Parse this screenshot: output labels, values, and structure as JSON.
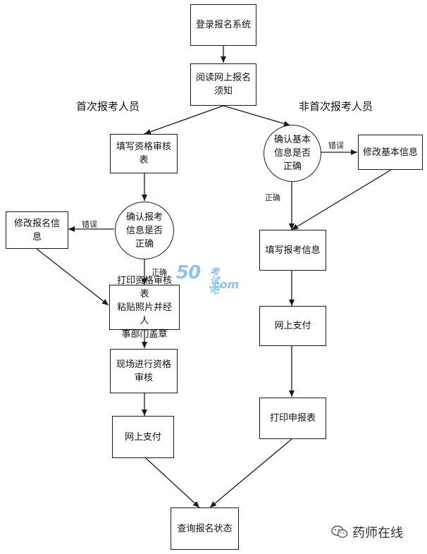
{
  "headings": {
    "first_time": "首次报考人员",
    "non_first_time": "非首次报考人员"
  },
  "nodes": {
    "login": "登录报名系统",
    "read_notice": "阅读网上报名\n须知",
    "fill_review_form": "填写资格审核\n表",
    "confirm_info_left": "确认报考\n信息是否\n正确",
    "modify_signup_info": "修改报名信息",
    "print_review_form": "打印资格审核表\n粘贴照片并经人\n事部门盖章",
    "onsite_review": "现场进行资格\n审核",
    "pay_online_left": "网上支付",
    "query_status": "查询报名状态",
    "confirm_basic_info": "确认基本\n信息是否\n正确",
    "modify_basic_info": "修改基本信息",
    "fill_exam_info": "填写报考信息",
    "pay_online_right": "网上支付",
    "print_application": "打印申报表"
  },
  "edge_labels": {
    "left_error": "错误",
    "left_correct": "正确",
    "right_error": "错误",
    "right_correct": "正确"
  },
  "watermark": {
    "number": "5",
    "number2": "0",
    "top": "考试吧",
    "domain": ".com"
  },
  "brand": {
    "icon": "wechat-icon",
    "name": "药师在线"
  },
  "colors": {
    "stroke": "#1a1a1a",
    "watermark": "#6ab0e6"
  }
}
